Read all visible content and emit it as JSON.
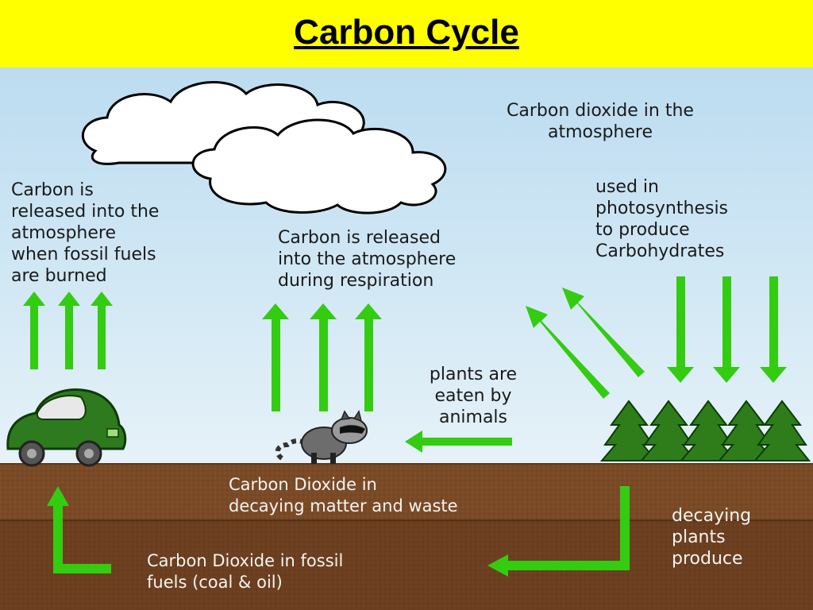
{
  "title": "Carbon Cycle",
  "labels": {
    "atmosphere": "Carbon dioxide in the\natmosphere",
    "fossil_burned": "Carbon is\nreleased into the\natmosphere\nwhen fossil fuels\nare burned",
    "respiration": "Carbon is released\ninto the atmosphere\nduring respiration",
    "photosynthesis": "used in\nphotosynthesis\nto produce\nCarbohydrates",
    "eaten": "plants are\neaten by\nanimals",
    "decaying_matter": "Carbon Dioxide in\ndecaying matter and waste",
    "fossil_fuels": "Carbon Dioxide in fossil\nfuels (coal & oil)",
    "decaying_plants": "decaying\nplants\nproduce"
  },
  "colors": {
    "title_bg": "#ffff00",
    "arrow": "#33cc11",
    "sky_top": "#bcdcf0",
    "soil": "#7a4a26",
    "tree": "#2e7d1a",
    "car": "#2e7a1e"
  }
}
